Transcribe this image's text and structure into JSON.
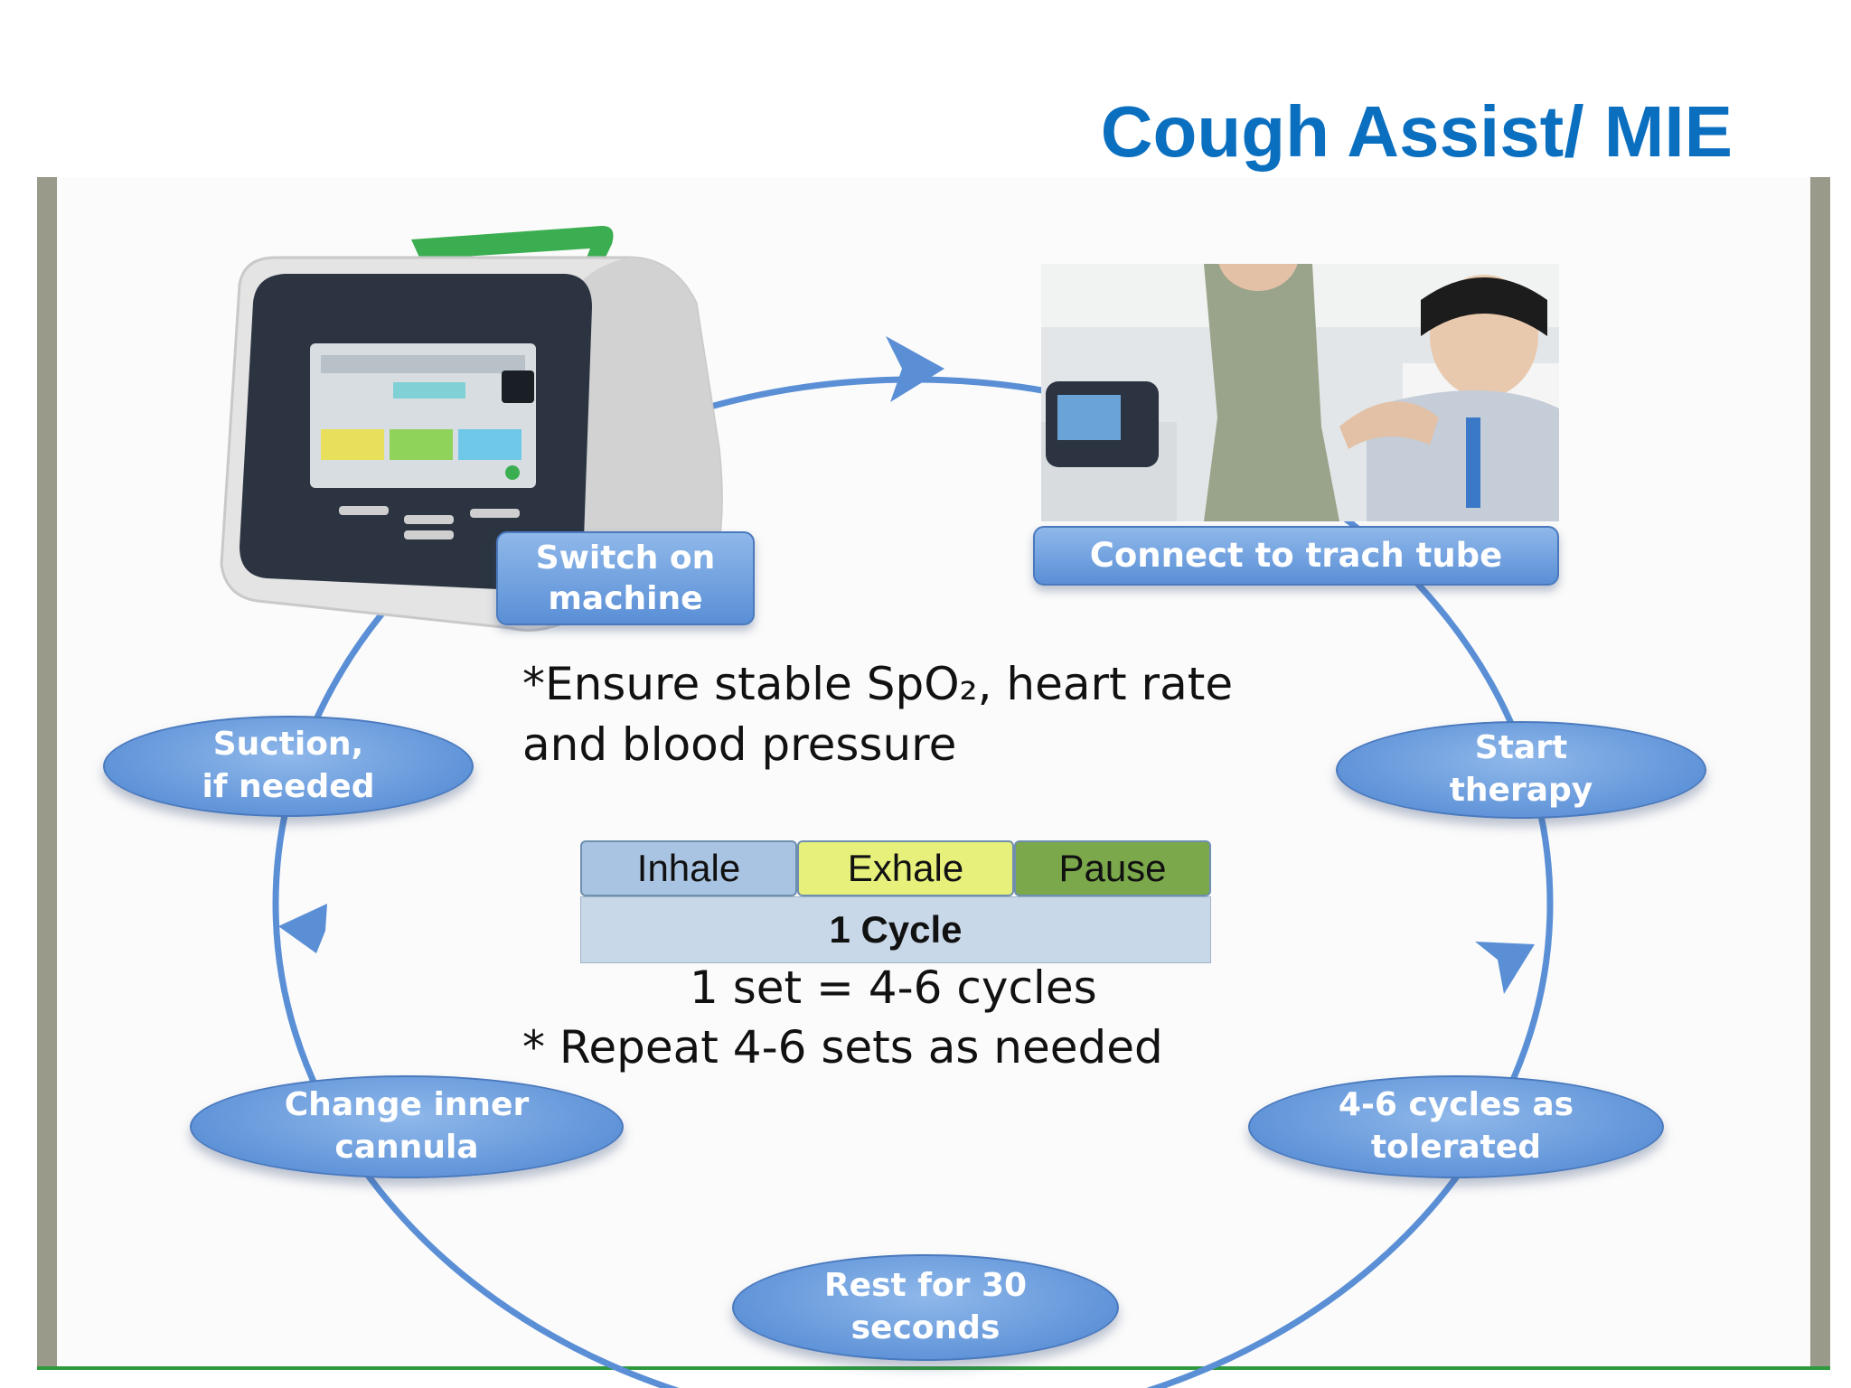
{
  "title": "Cough Assist/ MIE",
  "steps": {
    "switch_on": "Switch on machine",
    "connect": "Connect to trach tube",
    "start": "Start therapy",
    "cycles": "4-6 cycles as tolerated",
    "rest": "Rest for 30 seconds",
    "change": "Change inner cannula",
    "suction": "Suction, if needed"
  },
  "notes": {
    "ensure_line1": "*Ensure stable SpO₂, heart rate",
    "ensure_line2": "and blood pressure",
    "set": "1 set = 4-6 cycles",
    "repeat": "* Repeat 4-6 sets as needed"
  },
  "phases": [
    {
      "label": "Inhale",
      "color": "#a9c4e2"
    },
    {
      "label": "Exhale",
      "color": "#e6f07a"
    },
    {
      "label": "Pause",
      "color": "#7aa84a"
    }
  ],
  "cycle_label": "1 Cycle",
  "colors": {
    "title": "#0b6fc0",
    "loop": "#5a8fd6",
    "bottom_rule": "#2e9a3d"
  },
  "icons": {
    "machine": "cough-assist-device-icon",
    "photo": "patient-therapy-photo"
  }
}
